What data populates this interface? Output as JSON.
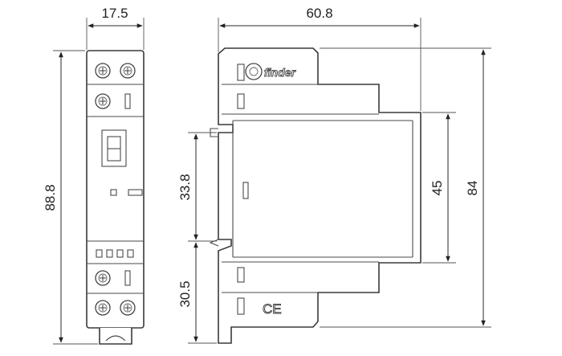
{
  "dimensions": {
    "front_width": "17.5",
    "front_height": "88.8",
    "side_width": "60.8",
    "rail_spacing": "33.8",
    "lower_offset": "30.5",
    "body_height": "45",
    "overall_height": "84"
  },
  "labels": {
    "brand": "finder",
    "mark": "CE"
  }
}
